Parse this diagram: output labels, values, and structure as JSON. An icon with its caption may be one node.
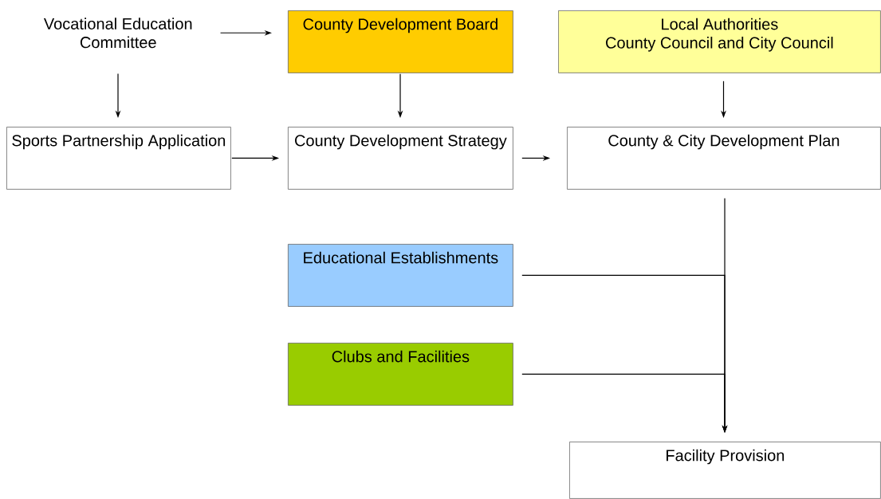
{
  "diagram": {
    "nodes": [
      {
        "text": [
          "Vocational Education Committee"
        ]
      },
      {
        "text": [
          "County Development Board"
        ]
      },
      {
        "text": [
          "Local Authorities",
          "County Council and City Council"
        ]
      },
      {
        "text": [
          "Sports Partnership Application"
        ]
      },
      {
        "text": [
          "County Development Strategy"
        ]
      },
      {
        "text": [
          "County & City Development Plan"
        ]
      },
      {
        "text": [
          "Educational Establishments"
        ]
      },
      {
        "text": [
          "Clubs and Facilities"
        ]
      },
      {
        "text": [
          "Facility Provision"
        ]
      }
    ],
    "edges": [
      {
        "from": 0,
        "to": 1,
        "arrow": "to"
      },
      {
        "from": 0,
        "to": 3,
        "arrow": "to"
      },
      {
        "from": 1,
        "to": 4,
        "arrow": "to"
      },
      {
        "from": 2,
        "to": 5,
        "arrow": "to"
      },
      {
        "from": 3,
        "to": 4,
        "arrow": "to"
      },
      {
        "from": 4,
        "to": 5,
        "arrow": "to"
      },
      {
        "from": 5,
        "to": 8,
        "arrow": "to"
      },
      {
        "from": 6,
        "to": 8,
        "arrow": "to"
      },
      {
        "from": 7,
        "to": 8,
        "arrow": "to"
      }
    ]
  }
}
